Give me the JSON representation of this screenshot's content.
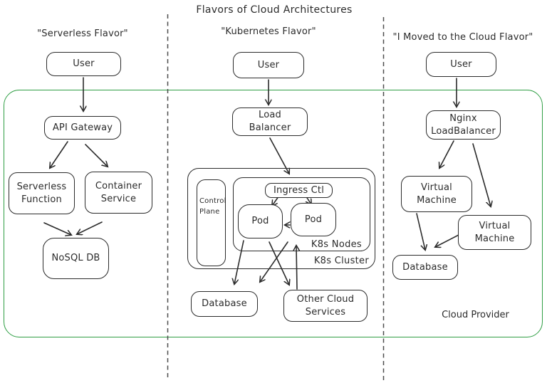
{
  "title": "Flavors of Cloud Architectures",
  "columns": [
    {
      "header": "\"Serverless Flavor\""
    },
    {
      "header": "\"Kubernetes Flavor\""
    },
    {
      "header": "\"I Moved to the Cloud Flavor\""
    }
  ],
  "cloud_provider_label": "Cloud Provider",
  "nodes": {
    "serverless_user": "User",
    "api_gateway": "API Gateway",
    "serverless_function": "Serverless\nFunction",
    "container_service": "Container\nService",
    "nosql_db": "NoSQL DB",
    "k8s_user": "User",
    "load_balancer": "Load\nBalancer",
    "control_plane": "Control\nPlane",
    "ingress_ctl": "Ingress Ctl",
    "pod_left": "Pod",
    "pod_right": "Pod",
    "k8s_nodes_label": "K8s Nodes",
    "k8s_cluster_label": "K8s Cluster",
    "k8s_database": "Database",
    "other_cloud_services": "Other Cloud\nServices",
    "cloud_user": "User",
    "nginx_loadbalancer": "Nginx\nLoadBalancer",
    "virtual_machine_1": "Virtual\nMachine",
    "virtual_machine_2": "Virtual\nMachine",
    "cloud_database": "Database"
  },
  "edges": [
    {
      "from": "serverless_user",
      "to": "api_gateway"
    },
    {
      "from": "api_gateway",
      "to": "serverless_function"
    },
    {
      "from": "api_gateway",
      "to": "container_service"
    },
    {
      "from": "serverless_function",
      "to": "nosql_db"
    },
    {
      "from": "container_service",
      "to": "nosql_db"
    },
    {
      "from": "k8s_user",
      "to": "load_balancer"
    },
    {
      "from": "load_balancer",
      "to": "k8s_cluster"
    },
    {
      "from": "ingress_ctl",
      "to": "pod_left"
    },
    {
      "from": "ingress_ctl",
      "to": "pod_right"
    },
    {
      "from": "pod_right",
      "to": "pod_left"
    },
    {
      "from": "pod_left",
      "to": "k8s_database"
    },
    {
      "from": "pod_left",
      "to": "other_cloud_services"
    },
    {
      "from": "pod_right",
      "to": "k8s_database"
    },
    {
      "from": "other_cloud_services",
      "to": "k8s_nodes"
    },
    {
      "from": "cloud_user",
      "to": "nginx_loadbalancer"
    },
    {
      "from": "nginx_loadbalancer",
      "to": "virtual_machine_1"
    },
    {
      "from": "nginx_loadbalancer",
      "to": "virtual_machine_2"
    },
    {
      "from": "virtual_machine_1",
      "to": "cloud_database"
    },
    {
      "from": "virtual_machine_2",
      "to": "cloud_database"
    }
  ],
  "colors": {
    "stroke": "#2b2b2b",
    "accent_green": "#2f9e44",
    "separator_gray": "#4d4d4d",
    "background": "#ffffff"
  }
}
